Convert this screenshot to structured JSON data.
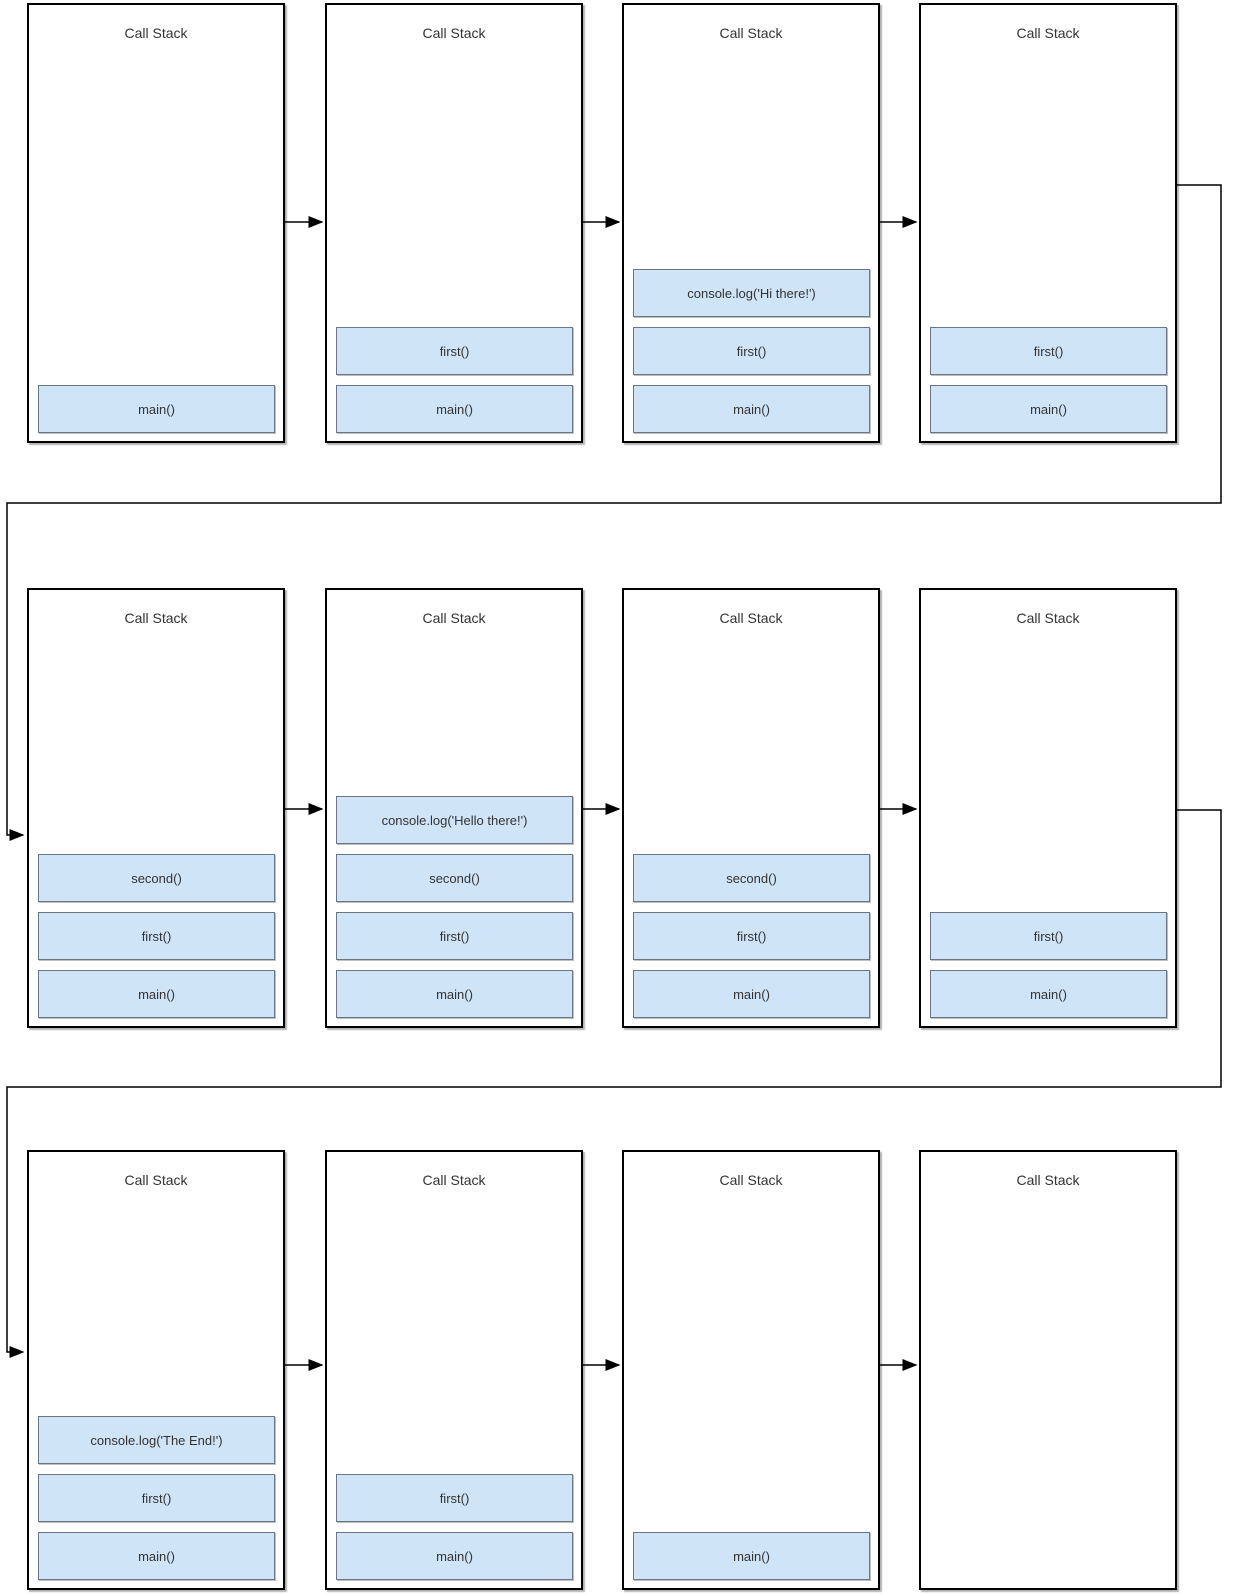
{
  "panel_title": "Call Stack",
  "panels": [
    {
      "frames": [
        "main()"
      ]
    },
    {
      "frames": [
        "first()",
        "main()"
      ]
    },
    {
      "frames": [
        "console.log('Hi there!')",
        "first()",
        "main()"
      ]
    },
    {
      "frames": [
        "first()",
        "main()"
      ]
    },
    {
      "frames": [
        "second()",
        "first()",
        "main()"
      ]
    },
    {
      "frames": [
        "console.log('Hello there!')",
        "second()",
        "first()",
        "main()"
      ]
    },
    {
      "frames": [
        "second()",
        "first()",
        "main()"
      ]
    },
    {
      "frames": [
        "first()",
        "main()"
      ]
    },
    {
      "frames": [
        "console.log('The End!')",
        "first()",
        "main()"
      ]
    },
    {
      "frames": [
        "first()",
        "main()"
      ]
    },
    {
      "frames": [
        "main()"
      ]
    },
    {
      "frames": []
    }
  ],
  "colors": {
    "frame_fill": "#d0e4f8",
    "frame_border": "#6a7684",
    "panel_border": "#000000",
    "arrow": "#000000",
    "text": "#333333"
  }
}
